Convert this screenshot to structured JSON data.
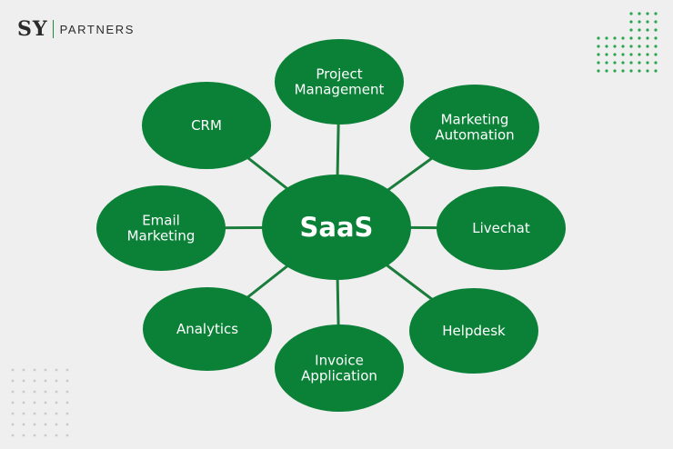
{
  "brand": {
    "mark": "SY",
    "word": "PARTNERS",
    "accent_color": "#1f8a3e"
  },
  "diagram": {
    "center": {
      "label": "SaaS"
    },
    "node_color": "#0b8138",
    "line_color": "#1a7d3b",
    "nodes": [
      {
        "id": "project-management",
        "lines": [
          "Project",
          "Management"
        ]
      },
      {
        "id": "marketing-automation",
        "lines": [
          "Marketing",
          "Automation"
        ]
      },
      {
        "id": "livechat",
        "lines": [
          "Livechat"
        ]
      },
      {
        "id": "helpdesk",
        "lines": [
          "Helpdesk"
        ]
      },
      {
        "id": "invoice-application",
        "lines": [
          "Invoice",
          "Application"
        ]
      },
      {
        "id": "analytics",
        "lines": [
          "Analytics"
        ]
      },
      {
        "id": "email-marketing",
        "lines": [
          "Email",
          "Marketing"
        ]
      },
      {
        "id": "crm",
        "lines": [
          "CRM"
        ]
      }
    ]
  },
  "decor": {
    "dots_top_right_color": "#2aa54f",
    "dots_bottom_left_color": "#c9c9c9"
  }
}
